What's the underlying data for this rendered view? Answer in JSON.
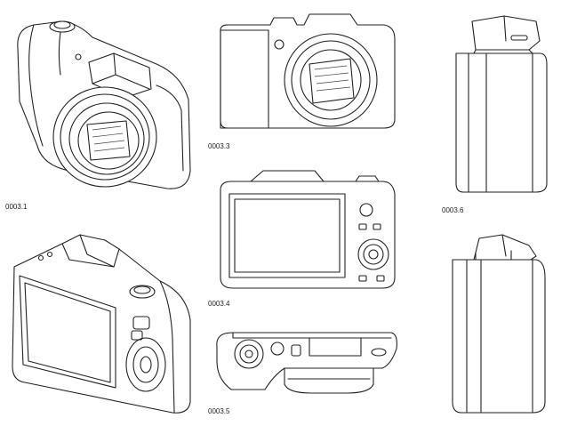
{
  "figures": [
    {
      "id": "0003.1",
      "label": "0003.1"
    },
    {
      "id": "0003.3",
      "label": "0003.3"
    },
    {
      "id": "0003.4",
      "label": "0003.4"
    },
    {
      "id": "0003.5",
      "label": "0003.5"
    },
    {
      "id": "0003.6",
      "label": "0003.6"
    }
  ],
  "line_color": "#222222",
  "background": "#ffffff"
}
